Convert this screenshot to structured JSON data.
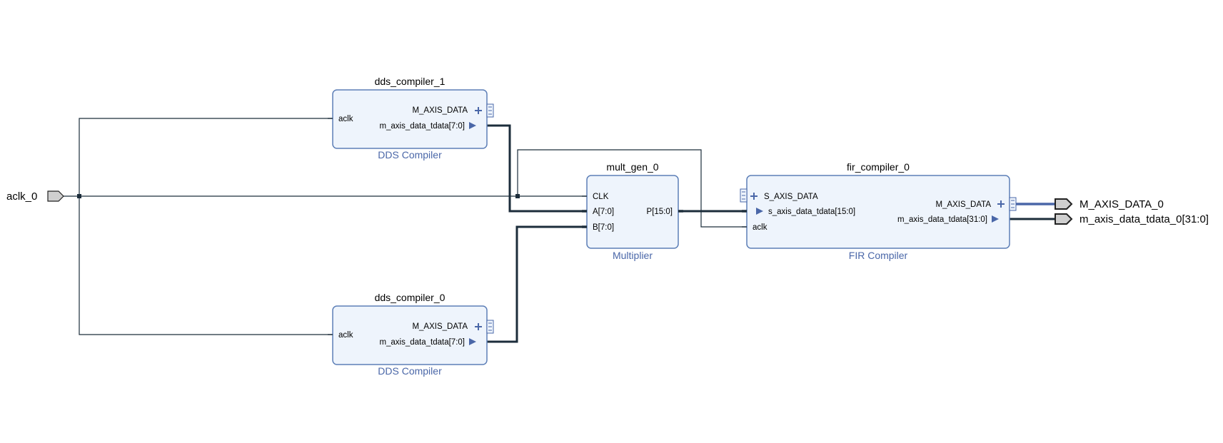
{
  "external_ports": {
    "aclk_in": "aclk_0",
    "axis_out": "M_AXIS_DATA_0",
    "tdata_out": "m_axis_data_tdata_0[31:0]"
  },
  "blocks": {
    "dds1": {
      "instance": "dds_compiler_1",
      "type": "DDS Compiler",
      "pins": {
        "aclk": "aclk",
        "intf": "M_AXIS_DATA",
        "tdata": "m_axis_data_tdata[7:0]"
      }
    },
    "dds0": {
      "instance": "dds_compiler_0",
      "type": "DDS Compiler",
      "pins": {
        "aclk": "aclk",
        "intf": "M_AXIS_DATA",
        "tdata": "m_axis_data_tdata[7:0]"
      }
    },
    "mult": {
      "instance": "mult_gen_0",
      "type": "Multiplier",
      "pins": {
        "clk": "CLK",
        "a": "A[7:0]",
        "b": "B[7:0]",
        "p": "P[15:0]"
      }
    },
    "fir": {
      "instance": "fir_compiler_0",
      "type": "FIR Compiler",
      "pins": {
        "s_intf": "S_AXIS_DATA",
        "s_tdata": "s_axis_data_tdata[15:0]",
        "aclk": "aclk",
        "m_intf": "M_AXIS_DATA",
        "m_tdata": "m_axis_data_tdata[31:0]"
      }
    }
  },
  "colors": {
    "block_fill": "#eef4fc",
    "block_border": "#5d7fb7",
    "accent": "#4a67a8",
    "wire": "#1c2d3b"
  },
  "icons": [
    "input-port-icon",
    "output-port-icon",
    "interface-plus-icon",
    "interface-bus-icon",
    "pin-arrow-icon"
  ]
}
